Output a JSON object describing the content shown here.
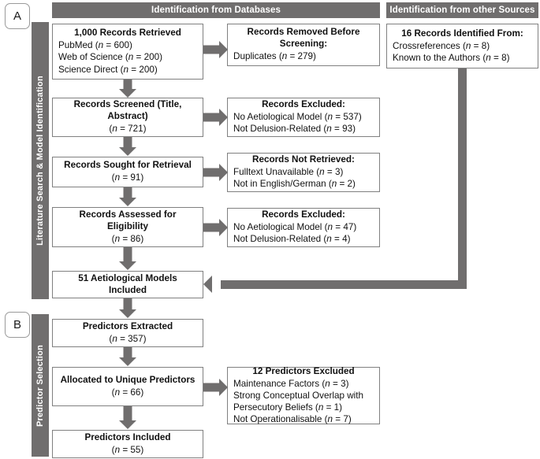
{
  "figure": {
    "type": "prisma-flow-diagram",
    "accent_gray": "#706E6E",
    "box_border": "#808080",
    "background": "#FFFFFF"
  },
  "panels": [
    {
      "tag": "A",
      "rail_label": "Literature Search & Model Identification"
    },
    {
      "tag": "B",
      "rail_label": "Predictor Selection"
    }
  ],
  "stage_headers": [
    {
      "label": "Identification from Databases"
    },
    {
      "label": "Identification from other Sources"
    }
  ],
  "nodes": {
    "records_retrieved": {
      "title": "1,000 Records Retrieved",
      "lines": [
        "PubMed (n = 600)",
        "Web of Science (n = 200)",
        "Science Direct (n = 200)"
      ]
    },
    "records_removed": {
      "title": "Records Removed Before Screening:",
      "lines": [
        "Duplicates (n = 279)"
      ]
    },
    "other_sources": {
      "title": "16 Records Identified From:",
      "lines": [
        "Crossreferences (n = 8)",
        "Known to the Authors (n = 8)"
      ]
    },
    "records_screened": {
      "title": "Records Screened (Title, Abstract)",
      "count": "(n = 721)"
    },
    "records_excluded_1": {
      "title": "Records Excluded:",
      "lines": [
        "No Aetiological Model (n = 537)",
        "Not Delusion-Related (n = 93)"
      ]
    },
    "records_sought": {
      "title": "Records Sought for Retrieval",
      "count": "(n = 91)"
    },
    "records_not_retrieved": {
      "title": "Records Not Retrieved:",
      "lines": [
        "Fulltext Unavailable (n = 3)",
        "Not in English/German (n = 2)"
      ]
    },
    "records_assessed": {
      "title": "Records Assessed for Eligibility",
      "count": "(n = 86)"
    },
    "records_excluded_2": {
      "title": "Records Excluded:",
      "lines": [
        "No Aetiological Model (n = 47)",
        "Not Delusion-Related (n = 4)"
      ]
    },
    "models_included": {
      "title": "51 Aetiological Models Included"
    },
    "predictors_extracted": {
      "title": "Predictors Extracted",
      "count": "(n = 357)"
    },
    "allocated_unique": {
      "title": "Allocated to Unique Predictors",
      "count": "(n = 66)"
    },
    "predictors_excluded": {
      "title": "12 Predictors Excluded",
      "lines": [
        "Maintenance Factors (n = 3)",
        "Strong Conceptual Overlap with",
        "Persecutory Beliefs (n = 1)",
        "Not Operationalisable (n = 7)"
      ]
    },
    "predictors_included": {
      "title": "Predictors Included",
      "count": "(n = 55)"
    }
  },
  "connectors": [
    {
      "name": "retrieved-to-removed",
      "direction": "right"
    },
    {
      "name": "retrieved-to-screened",
      "direction": "down"
    },
    {
      "name": "screened-to-excluded-1",
      "direction": "right"
    },
    {
      "name": "screened-to-sought",
      "direction": "down"
    },
    {
      "name": "sought-to-not-retrieved",
      "direction": "right"
    },
    {
      "name": "sought-to-assessed",
      "direction": "down"
    },
    {
      "name": "assessed-to-excluded-2",
      "direction": "right"
    },
    {
      "name": "assessed-to-included",
      "direction": "down"
    },
    {
      "name": "other-sources-to-included",
      "direction": "elbow-left"
    },
    {
      "name": "included-to-extracted",
      "direction": "down"
    },
    {
      "name": "extracted-to-allocated",
      "direction": "down"
    },
    {
      "name": "allocated-to-excluded",
      "direction": "right"
    },
    {
      "name": "allocated-to-included",
      "direction": "down"
    }
  ]
}
